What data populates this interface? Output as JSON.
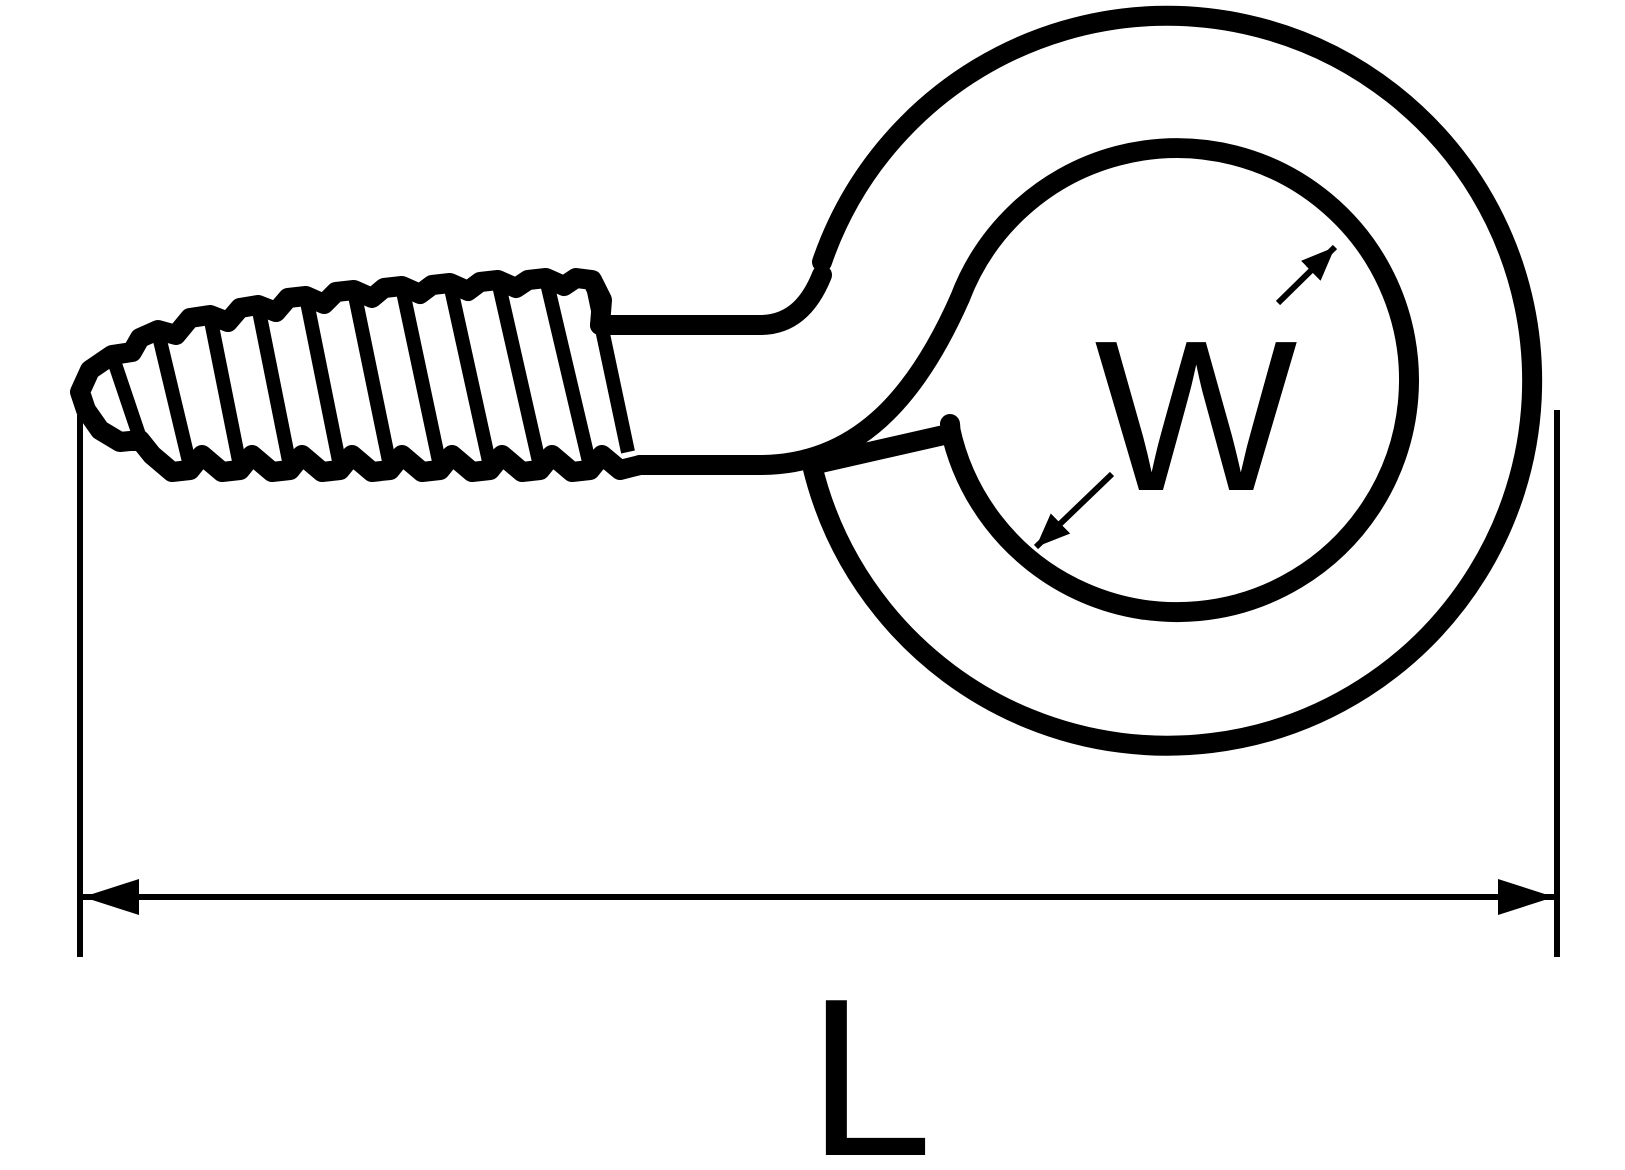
{
  "diagram": {
    "subject": "screw eye",
    "labels": {
      "inner_width": "W",
      "overall_length": "L"
    },
    "colors": {
      "ink": "#000000",
      "background": "#ffffff"
    }
  }
}
